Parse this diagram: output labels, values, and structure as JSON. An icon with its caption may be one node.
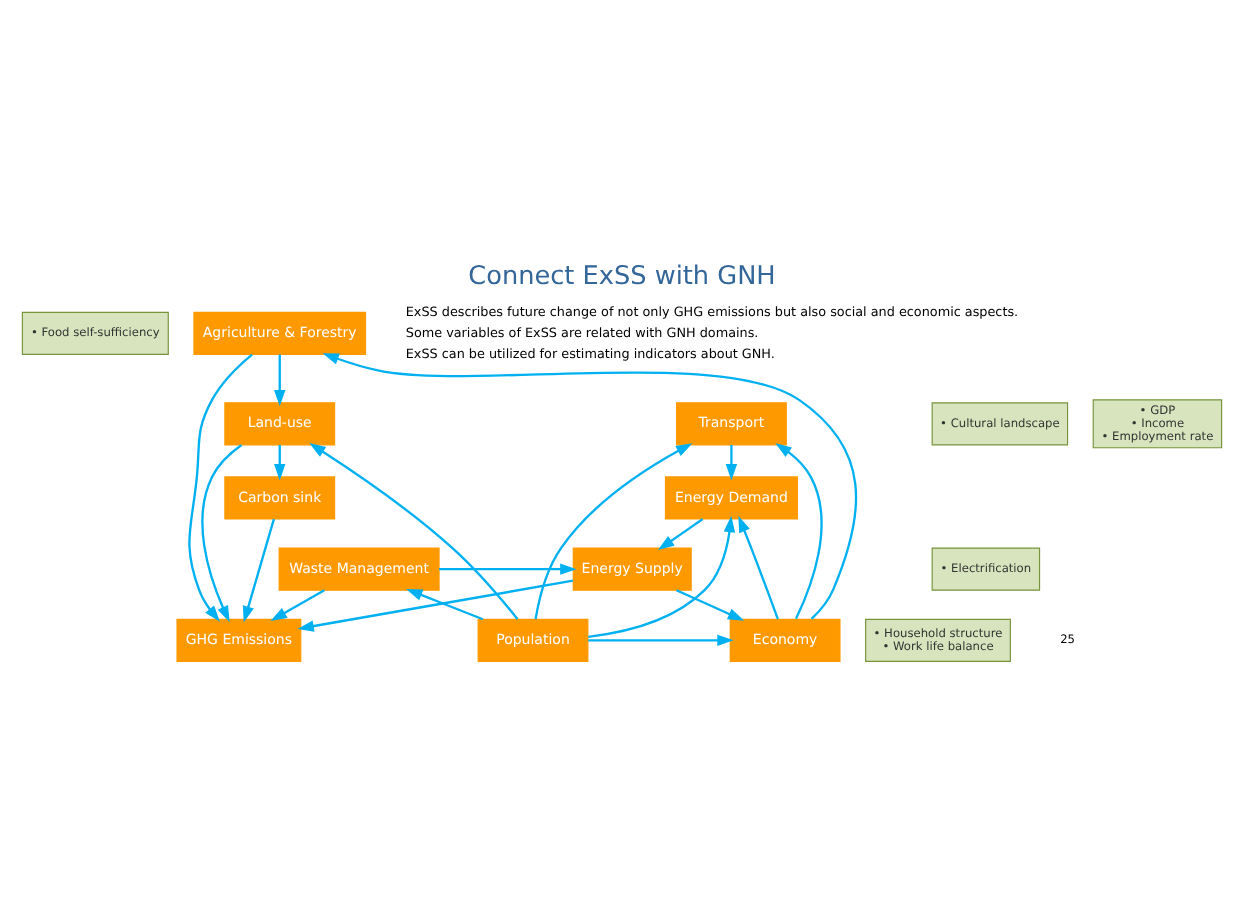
{
  "diagram": {
    "title": "Connect ExSS with GNH",
    "nodes": [
      {
        "text": [
          "• Food self-sufficiency"
        ]
      },
      {
        "text": [
          "Agriculture & Forestry"
        ]
      },
      {
        "text": [
          "• Household structure",
          "• Work life balance"
        ]
      },
      {
        "text": [
          "Population"
        ]
      },
      {
        "text": [
          "Economy"
        ]
      },
      {
        "text": [
          "• Cultural landscape"
        ]
      },
      {
        "text": [
          "• GDP",
          "• Income",
          "• Employment rate"
        ]
      },
      {
        "text": [
          "Transport"
        ]
      },
      {
        "text": [
          "Land-use"
        ]
      },
      {
        "text": [
          "Energy Demand"
        ]
      },
      {
        "text": [
          "Carbon sink"
        ]
      },
      {
        "text": [
          "Waste Management"
        ]
      },
      {
        "text": [
          "Energy Supply"
        ]
      },
      {
        "text": [
          "• Electrification"
        ]
      },
      {
        "text": [
          "GHG Emissions"
        ]
      }
    ],
    "edges": [
      {
        "from": 1,
        "to": 8,
        "arrow": "to"
      },
      {
        "from": 1,
        "to": 14,
        "arrow": "to"
      },
      {
        "from": 3,
        "to": 8,
        "arrow": "to"
      },
      {
        "from": 3,
        "to": 4,
        "arrow": "to"
      },
      {
        "from": 3,
        "to": 7,
        "arrow": "to"
      },
      {
        "from": 3,
        "to": 9,
        "arrow": "to"
      },
      {
        "from": 3,
        "to": 11,
        "arrow": "to"
      },
      {
        "from": 4,
        "to": 1,
        "arrow": "to"
      },
      {
        "from": 4,
        "to": 7,
        "arrow": "to"
      },
      {
        "from": 4,
        "to": 9,
        "arrow": "to"
      },
      {
        "from": 12,
        "to": 4,
        "arrow": "to"
      },
      {
        "from": 7,
        "to": 9,
        "arrow": "to"
      },
      {
        "from": 9,
        "to": 12,
        "arrow": "to"
      },
      {
        "from": 8,
        "to": 10,
        "arrow": "to"
      },
      {
        "from": 11,
        "to": 12,
        "arrow": "to"
      },
      {
        "from": 12,
        "to": 14,
        "arrow": "to"
      },
      {
        "from": 11,
        "to": 14,
        "arrow": "to"
      },
      {
        "from": 8,
        "to": 14,
        "arrow": "to"
      },
      {
        "from": 10,
        "to": 14,
        "arrow": "to"
      }
    ],
    "labels": [
      "ExSS describes future change of not only GHG emissions but also social and economic aspects.",
      "Some variables of ExSS are related with GNH domains.",
      "ExSS can be utilized for estimating indicators about GNH.",
      "25"
    ]
  }
}
